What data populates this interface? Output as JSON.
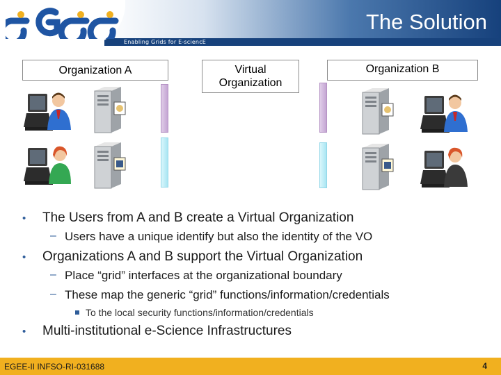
{
  "header": {
    "logo_text": "egee",
    "tagline": "Enabling Grids for E-sciencE",
    "title": "The Solution"
  },
  "diagram": {
    "org_a_label": "Organization A",
    "vo_label": "Virtual Organization",
    "org_b_label": "Organization B",
    "icons": {
      "person": "user-at-computer-icon",
      "server": "server-tower-icon",
      "cert": "certificate-icon",
      "boundary": "interface-bar"
    },
    "colors": {
      "interface_pink": "#c4a6d3",
      "interface_cyan": "#a9e6f3",
      "brand_blue": "#17427c",
      "footer_gold": "#f1b01f"
    }
  },
  "bullets": {
    "b1": "The Users from A and B create a Virtual Organization",
    "b1_sub": "Users have a unique identify but also the identity of the VO",
    "b2": "Organizations A and B support the Virtual Organization",
    "b2_sub1": "Place “grid” interfaces at the organizational boundary",
    "b2_sub2": "These map the generic “grid” functions/information/credentials",
    "b2_sub2_sub": "To the local security functions/information/credentials",
    "b3": "Multi-institutional e-Science Infrastructures"
  },
  "footer": {
    "left": "EGEE-II INFSO-RI-031688",
    "page": "4"
  }
}
